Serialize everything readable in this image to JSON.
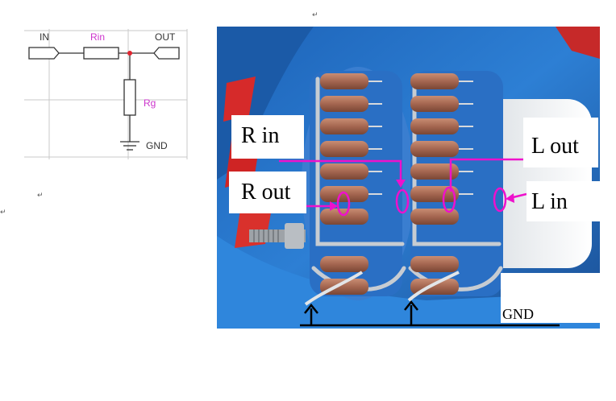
{
  "schematic": {
    "in_label": "IN",
    "rin_label": "Rin",
    "out_label": "OUT",
    "rg_label": "Rg",
    "gnd_label": "GND",
    "resistor_label_color": "#cc33cc",
    "junction_color": "#e0242f",
    "grid_color": "#c8c8c8"
  },
  "paragraph_marks": [
    "↵",
    "↵",
    "↵"
  ],
  "photo": {
    "callouts": {
      "r_in": "R in",
      "r_out": "R out",
      "l_out": "L out",
      "l_in": "L in",
      "gnd": "GND"
    },
    "annotation_color": "#ee11cc",
    "ground_line_color": "#000000"
  }
}
